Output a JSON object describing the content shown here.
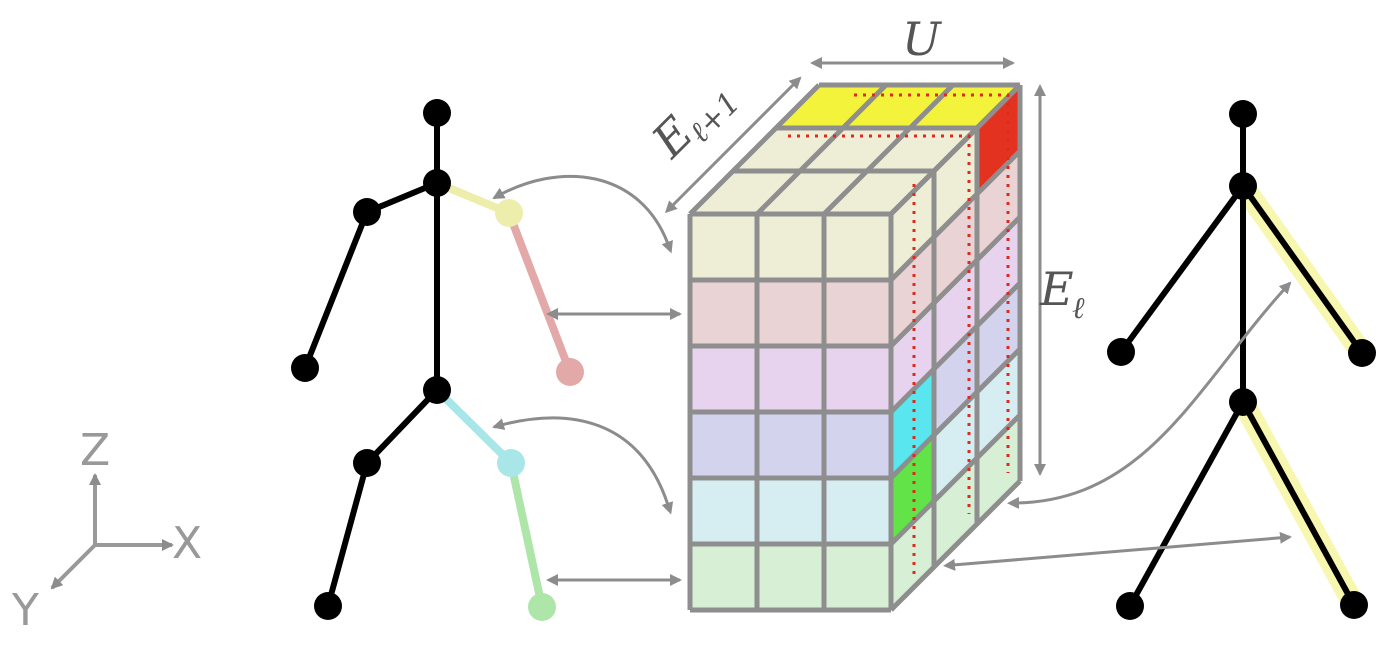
{
  "axes": {
    "z_label": "Z",
    "x_label": "X",
    "y_label": "Y"
  },
  "tensor": {
    "width_label": "U",
    "depth_label_main": "E",
    "depth_label_sub": "ℓ+1",
    "height_label_main": "E",
    "height_label_sub": "ℓ",
    "row_colors": [
      "#eeeed6",
      "#ead3d4",
      "#e8d3ee",
      "#d3d3ee",
      "#d6edf1",
      "#d6efd5"
    ],
    "highlight_colors": {
      "top_strip": "#f3f33c",
      "right_cell": "#e33320",
      "cyan_cell": "#5ae6ee",
      "green_cell": "#62e348"
    }
  },
  "skeleton_left": {
    "arm_upper_color": "#eeeeac",
    "arm_lower_color": "#e3a9a9",
    "leg_upper_color": "#a9e6e8",
    "leg_lower_color": "#aee6a9"
  },
  "skeleton_right": {
    "highlight_color": "#f7f7b0"
  },
  "colors": {
    "arrow": "#8c8c8c",
    "grid": "#8e8e8e",
    "dotted": "#e0291c"
  }
}
